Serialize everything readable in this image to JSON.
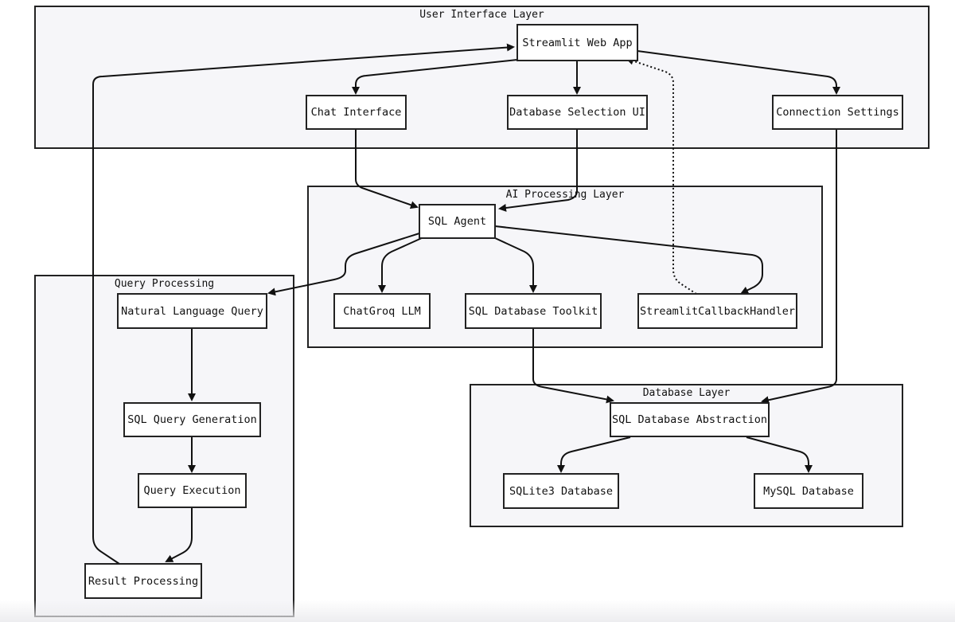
{
  "groups": {
    "ui_layer": "User Interface Layer",
    "ai_layer": "AI Processing Layer",
    "query_processing": "Query Processing",
    "db_layer": "Database Layer"
  },
  "nodes": {
    "streamlit_web_app": "Streamlit Web App",
    "chat_interface": "Chat Interface",
    "database_selection_ui": "Database Selection UI",
    "connection_settings": "Connection Settings",
    "sql_agent": "SQL Agent",
    "chatgroq_llm": "ChatGroq LLM",
    "sql_database_toolkit": "SQL Database Toolkit",
    "streamlit_callback_handler": "StreamlitCallbackHandler",
    "natural_language_query": "Natural Language Query",
    "sql_query_generation": "SQL Query Generation",
    "query_execution": "Query Execution",
    "result_processing": "Result Processing",
    "sql_database_abstraction": "SQL Database Abstraction",
    "sqlite3_database": "SQLite3 Database",
    "mysql_database": "MySQL Database"
  },
  "colors": {
    "group_fill": "#f6f6f9",
    "stroke": "#222222",
    "node_fill": "#ffffff"
  }
}
